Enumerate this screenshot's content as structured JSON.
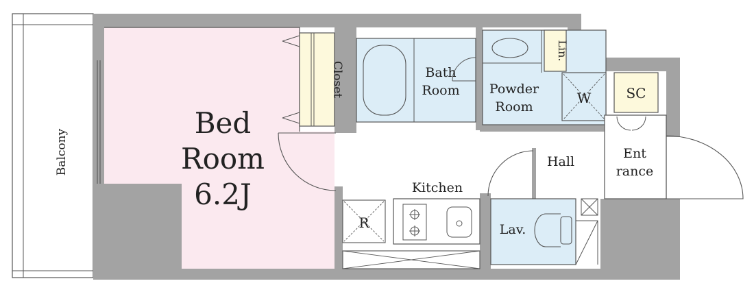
{
  "rooms": {
    "bedroom": {
      "name_line1": "Bed",
      "name_line2": "Room",
      "size": "6.2J"
    },
    "closet": "Closet",
    "bath": {
      "line1": "Bath",
      "line2": "Room"
    },
    "powder": {
      "line1": "Powder",
      "line2": "Room"
    },
    "linen": "Lin.",
    "washer": "W",
    "shoe_closet": "SC",
    "entrance": {
      "line1": "Ent",
      "line2": "rance"
    },
    "hall": "Hall",
    "kitchen": "Kitchen",
    "refrigerator": "R",
    "lavatory": "Lav.",
    "balcony": "Balcony"
  },
  "colors": {
    "wall": "#a3a3a3",
    "bedroom_fill": "#fbe9ef",
    "wet_area_fill": "#dcedf7",
    "storage_fill": "#fdf9dc",
    "outline": "#555555"
  }
}
